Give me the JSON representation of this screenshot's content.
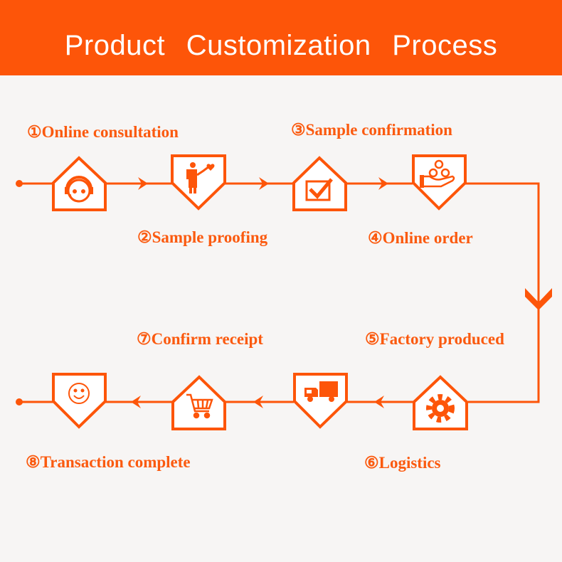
{
  "header": {
    "title": "Product  Customization  Process"
  },
  "colors": {
    "accent": "#fd5509",
    "background": "#f7f5f4",
    "banner_text": "#ffffff"
  },
  "steps": [
    {
      "label": "①Online consultation",
      "icon": "headset-support-icon"
    },
    {
      "label": "②Sample proofing",
      "icon": "presenter-heart-icon"
    },
    {
      "label": "③Sample confirmation",
      "icon": "checkbox-icon"
    },
    {
      "label": "④Online order",
      "icon": "hand-coins-icon"
    },
    {
      "label": "⑤Factory produced",
      "icon": "gear-icon"
    },
    {
      "label": "⑥Logistics",
      "icon": "delivery-truck-icon"
    },
    {
      "label": "⑦Confirm receipt",
      "icon": "shopping-cart-icon"
    },
    {
      "label": "⑧Transaction complete",
      "icon": "smiley-face-icon"
    }
  ]
}
